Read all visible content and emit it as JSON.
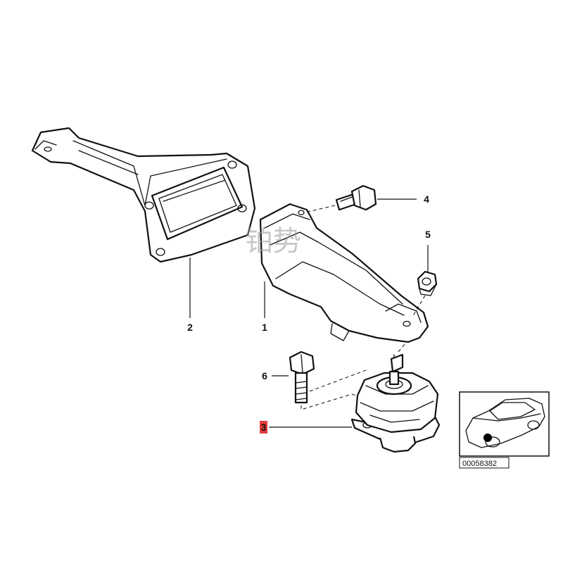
{
  "callouts": {
    "c1": "1",
    "c2": "2",
    "c3": "3",
    "c4": "4",
    "c5": "5",
    "c6": "6"
  },
  "highlighted_callout": "3",
  "highlight_color": "#e23b3b",
  "watermark": "铂势",
  "inset": {
    "reference_number": "00058382",
    "marker_color": "#000000"
  }
}
